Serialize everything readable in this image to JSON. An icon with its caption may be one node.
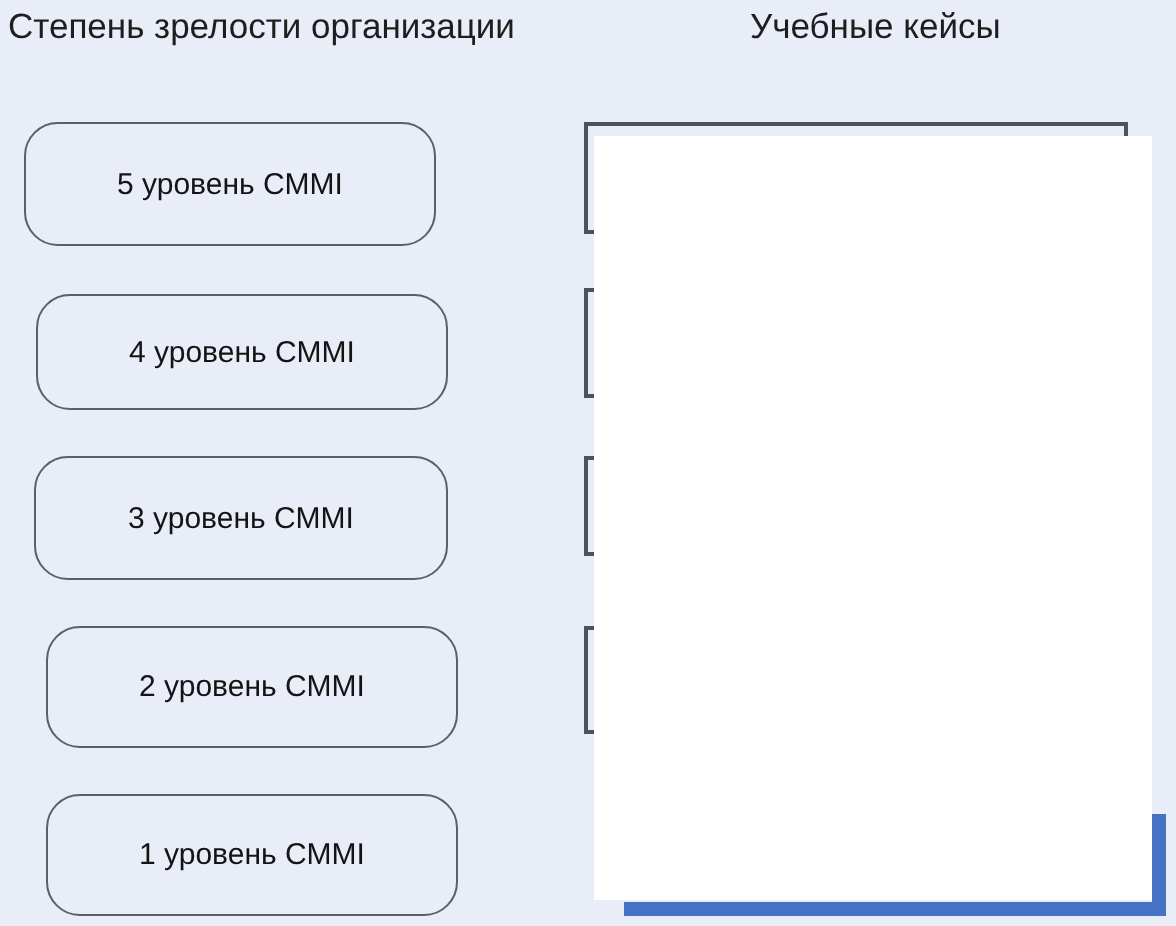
{
  "diagram": {
    "nodes": [
      {
        "text": [
          "5 уровень CMMI"
        ]
      },
      {
        "text": [
          "4 уровень CMMI"
        ]
      },
      {
        "text": [
          "3 уровень CMMI"
        ]
      },
      {
        "text": [
          "2 уровень CMMI"
        ]
      },
      {
        "text": [
          "1 уровень CMMI"
        ]
      },
      {
        "text": [],
        "shape": "box"
      },
      {
        "text": [],
        "shape": "box"
      },
      {
        "text": [],
        "shape": "box"
      },
      {
        "text": [],
        "shape": "box"
      }
    ],
    "labels": [
      "Степень зрелости организации",
      "Учебные кейсы"
    ]
  }
}
